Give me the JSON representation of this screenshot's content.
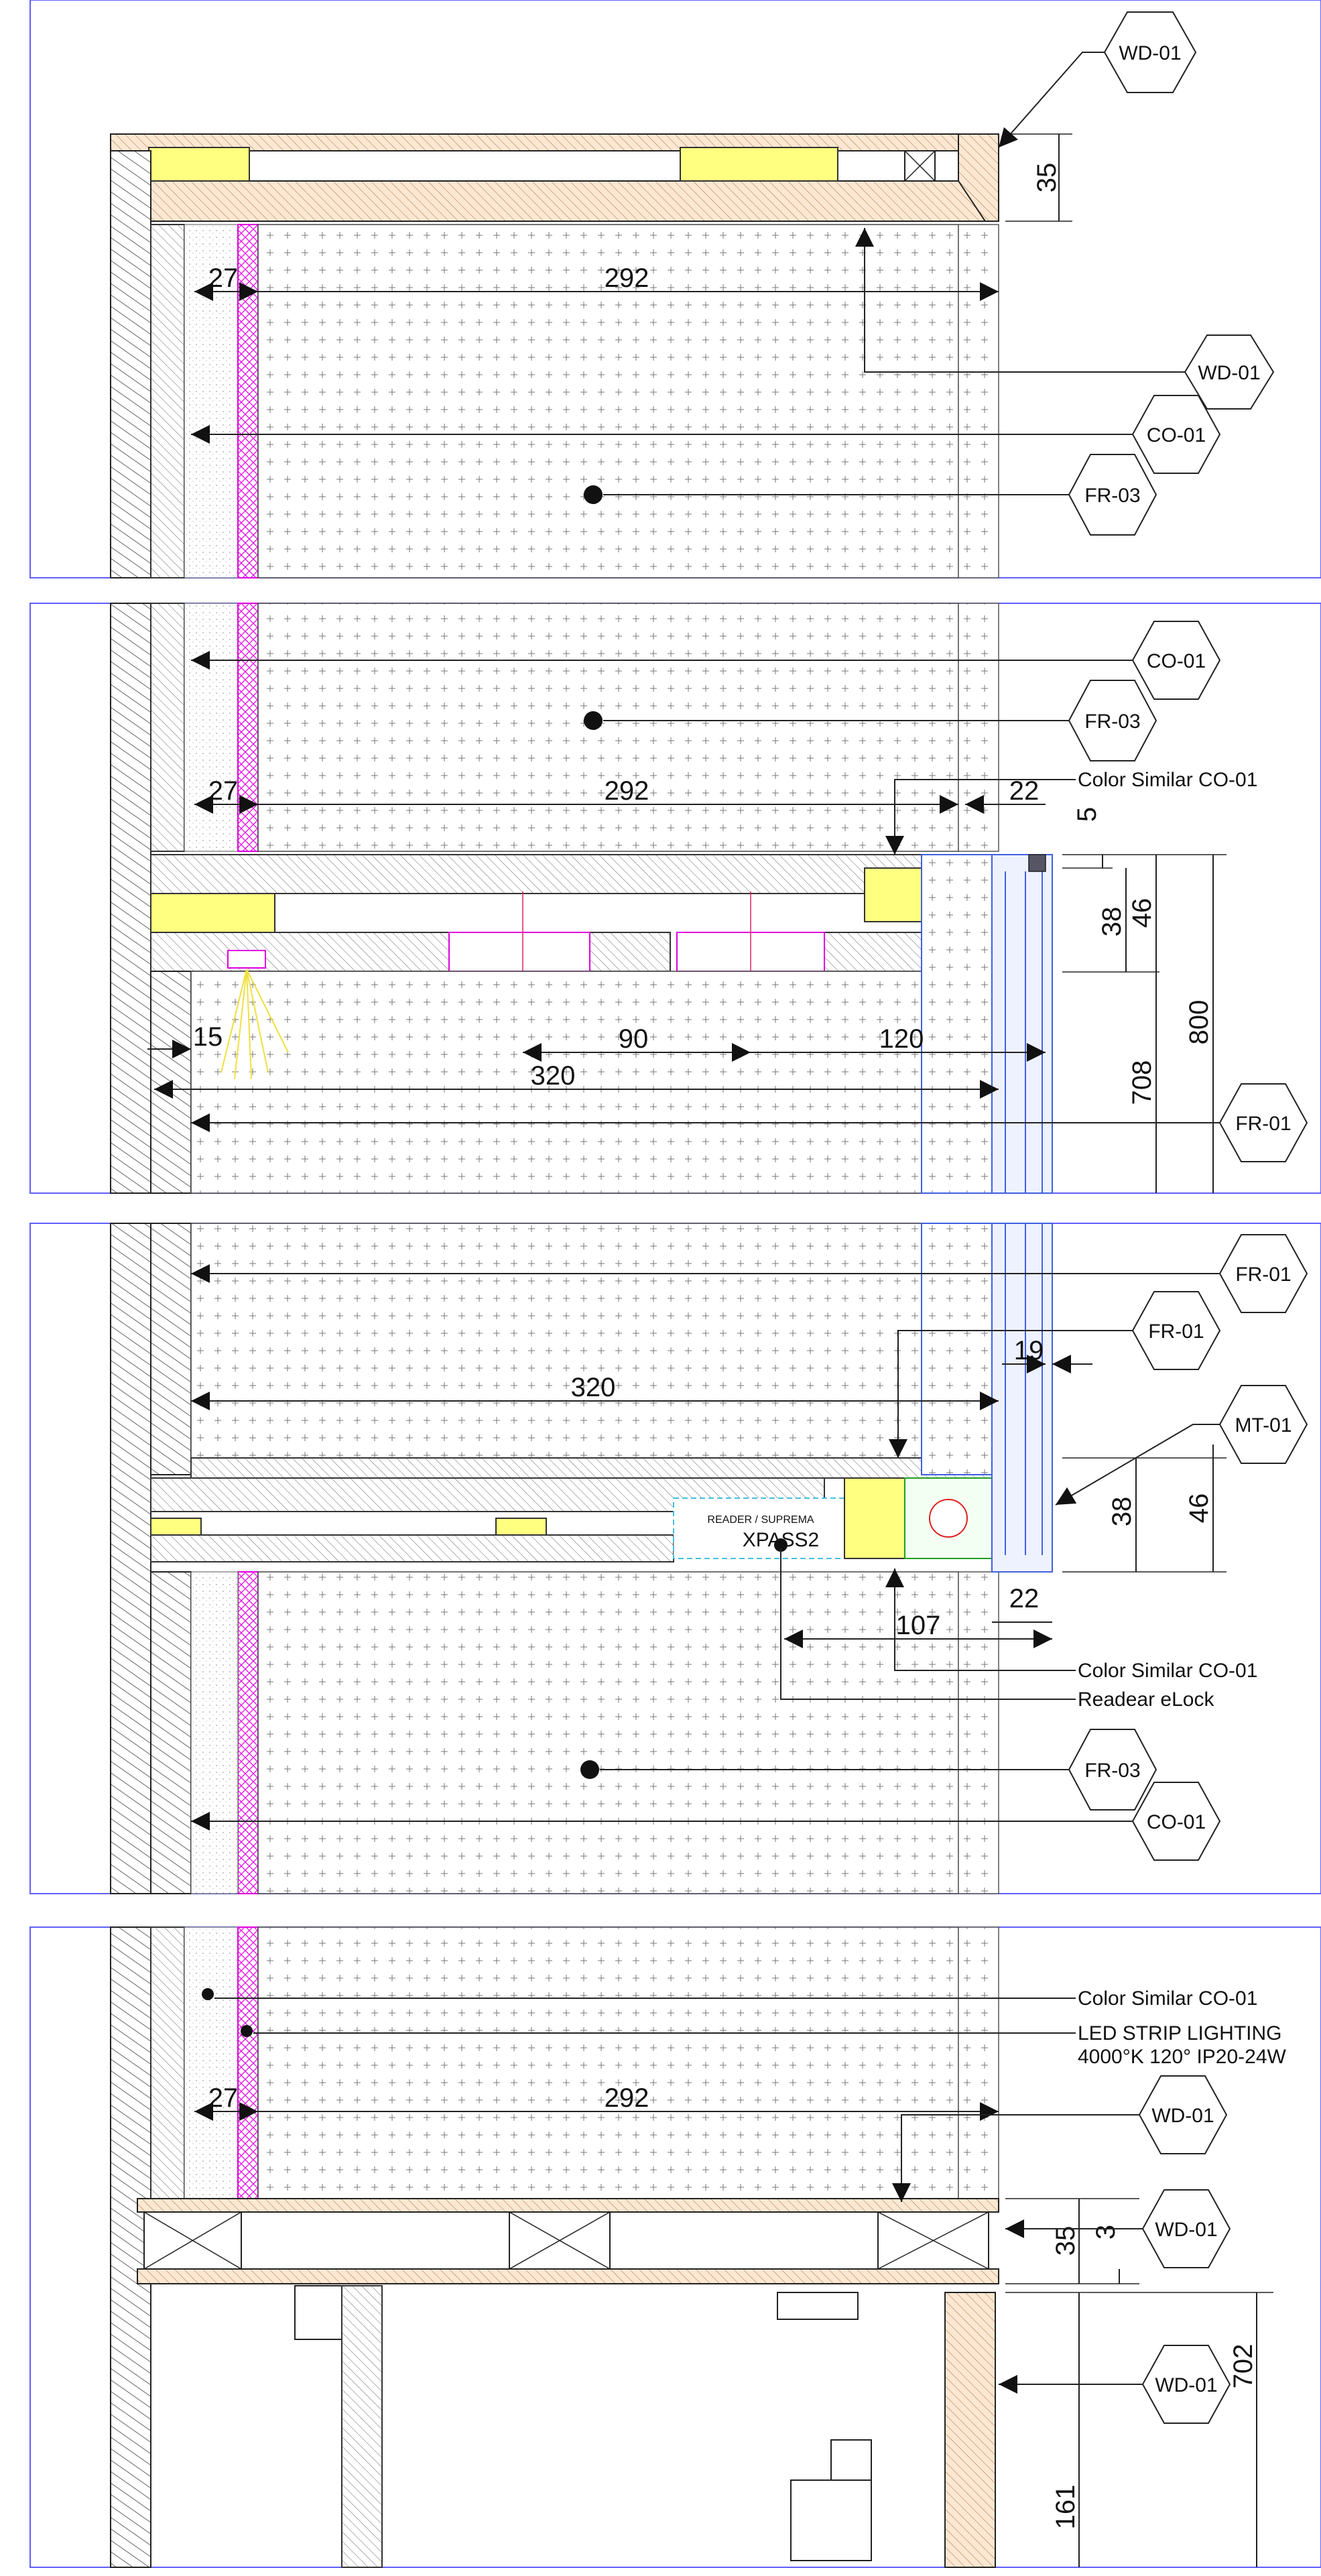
{
  "sections": [
    {
      "dimensions": {
        "d1": "35",
        "d2": "27",
        "d3": "292"
      },
      "tags": {
        "t1": "WD-01",
        "t2": "WD-01",
        "t3": "CO-01",
        "t4": "FR-03"
      }
    },
    {
      "dimensions": {
        "d1": "27",
        "d2": "292",
        "d3": "22",
        "d4": "5",
        "d5": "38",
        "d6": "46",
        "d7": "15",
        "d8": "90",
        "d9": "120",
        "d10": "320",
        "d11": "708",
        "d12": "800"
      },
      "tags": {
        "t1": "CO-01",
        "t2": "FR-03",
        "t3": "FR-01"
      },
      "notes": {
        "n1": "Color Similar CO-01"
      }
    },
    {
      "dimensions": {
        "d1": "320",
        "d2": "19",
        "d3": "38",
        "d4": "46",
        "d5": "107",
        "d6": "22"
      },
      "tags": {
        "t1": "FR-01",
        "t2": "FR-01",
        "t3": "MT-01",
        "t4": "FR-03",
        "t5": "CO-01"
      },
      "notes": {
        "n1": "Color Similar CO-01",
        "n2": "Readear eLock",
        "n3": "READER / SUPREMA",
        "n4": "XPASS2"
      }
    },
    {
      "dimensions": {
        "d1": "27",
        "d2": "292",
        "d3": "35",
        "d4": "3",
        "d5": "702",
        "d6": "161"
      },
      "tags": {
        "t1": "WD-01",
        "t2": "WD-01",
        "t3": "WD-01"
      },
      "notes": {
        "n1": "Color Similar CO-01",
        "n2": "LED STRIP LIGHTING",
        "n3": "4000°K 120° IP20-24W"
      }
    }
  ]
}
